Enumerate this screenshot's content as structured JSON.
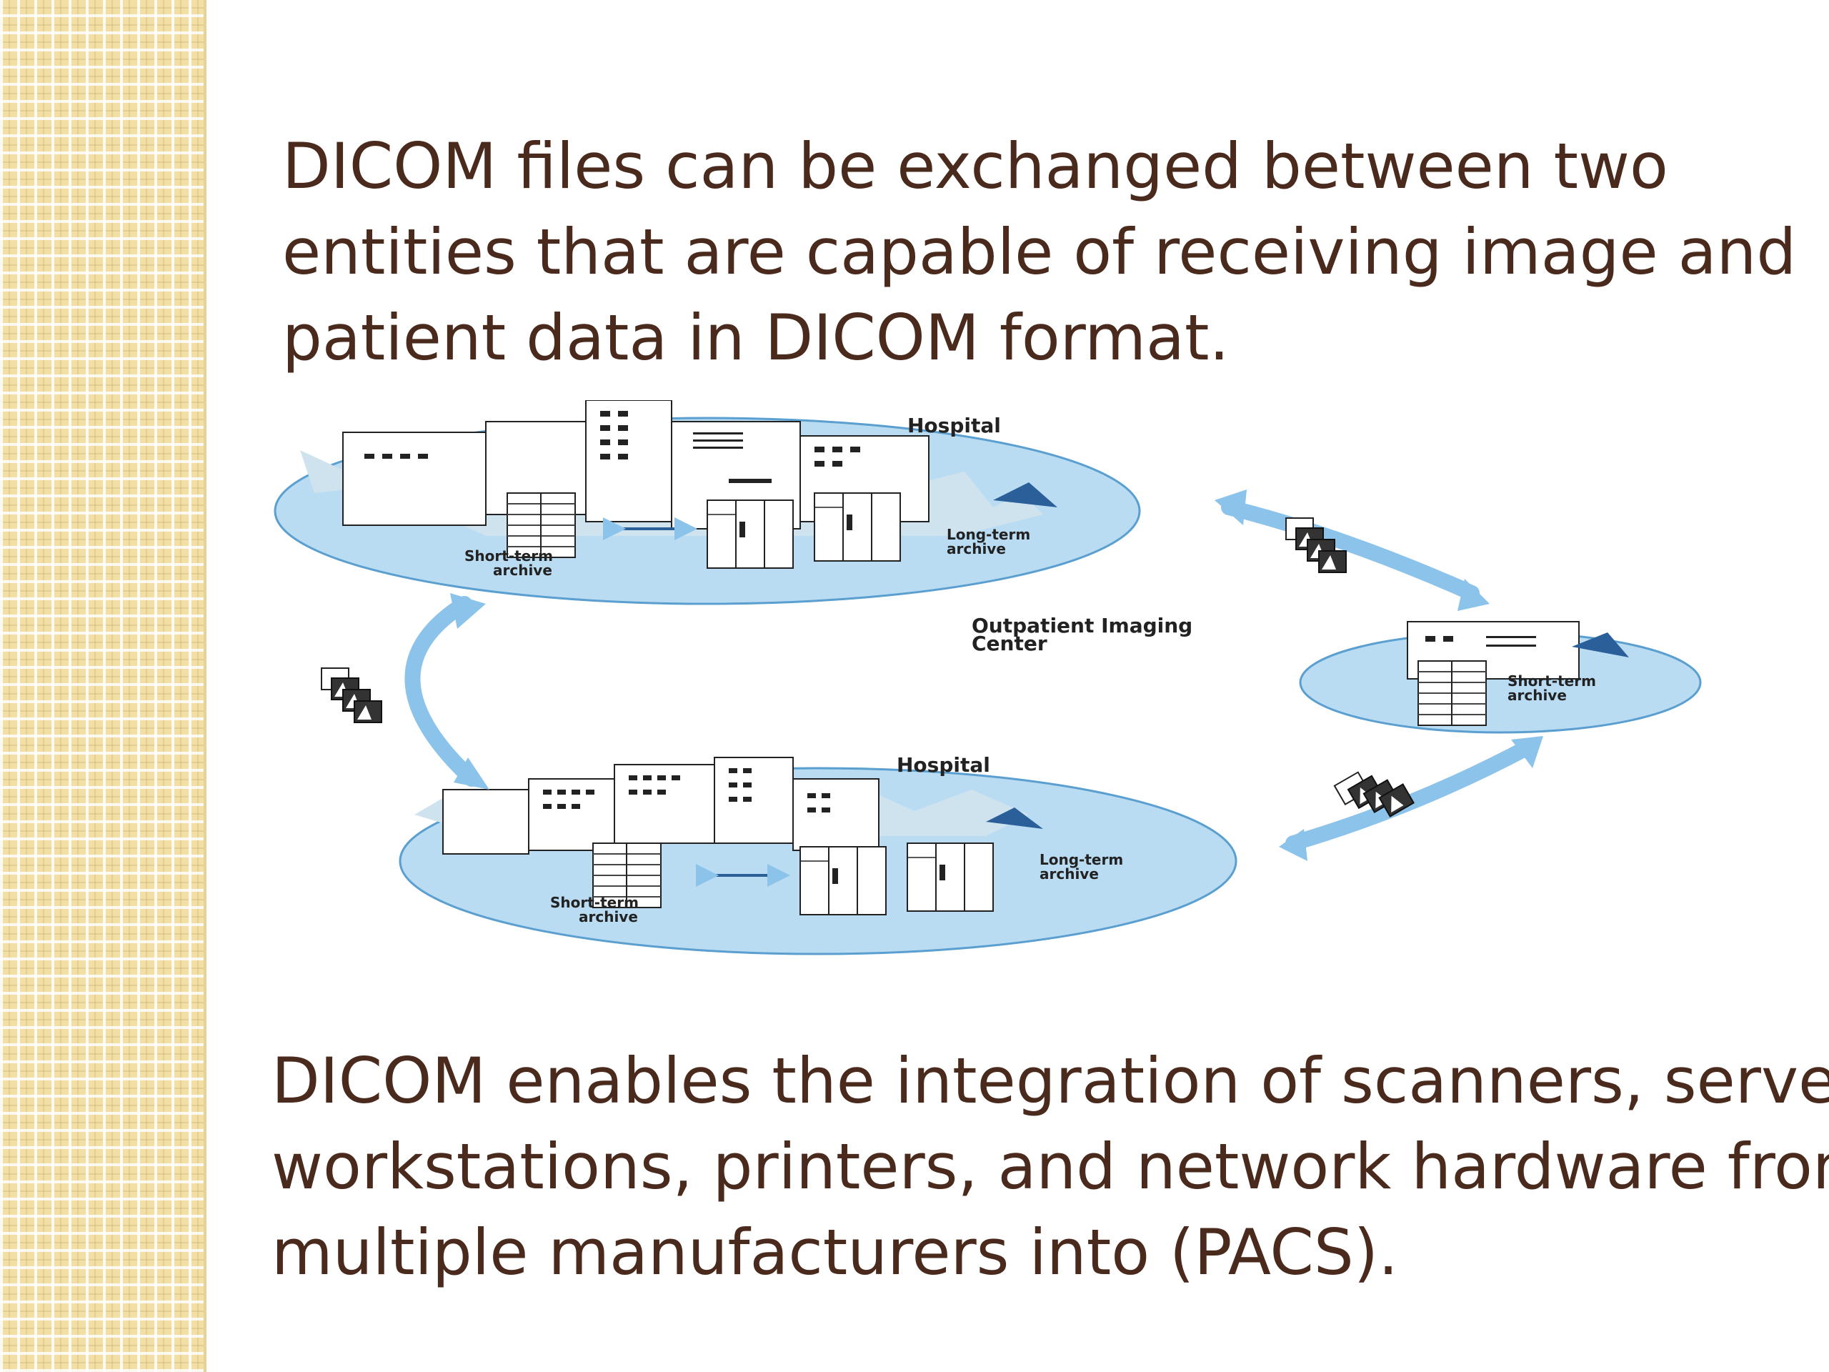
{
  "slide": {
    "top_text_lines": [
      " DICOM files can be exchanged between two",
      "entities that are capable of receiving image and",
      "patient data in DICOM format."
    ],
    "bottom_text_lines": [
      "DICOM enables the integration of scanners, servers,",
      "workstations, printers, and network hardware from",
      "multiple manufacturers into (PACS)."
    ]
  },
  "diagram": {
    "hospital_top": {
      "title": "Hospital",
      "short_term_line1": "Short-term",
      "short_term_line2": "archive",
      "long_term_line1": "Long-term",
      "long_term_line2": "archive"
    },
    "outpatient": {
      "title_line1": "Outpatient Imaging",
      "title_line2": "Center",
      "short_term_line1": "Short-term",
      "short_term_line2": "archive"
    },
    "hospital_bottom": {
      "title": "Hospital",
      "short_term_line1": "Short-term",
      "short_term_line2": "archive",
      "long_term_line1": "Long-term",
      "long_term_line2": "archive"
    }
  },
  "colors": {
    "text": "#4a2a1c",
    "ellipse_fill": "#b9dcf2",
    "ellipse_stroke": "#5a9fd0",
    "arrow": "#8cc3ea",
    "building": "#ffffff"
  }
}
